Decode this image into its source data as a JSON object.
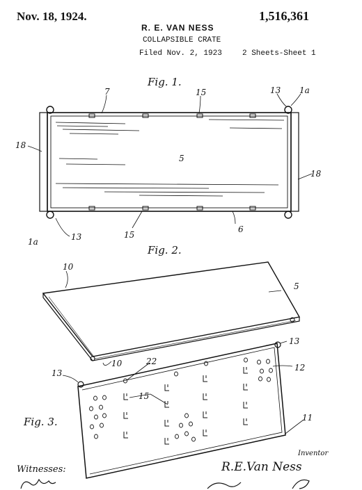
{
  "header": {
    "date": "Nov. 18, 1924.",
    "patent_number": "1,516,361",
    "inventor": "R. E. VAN NESS",
    "title": "COLLAPSIBLE CRATE",
    "filed": "Filed Nov. 2, 1923",
    "sheets": "2 Sheets-Sheet 1"
  },
  "figures": {
    "fig1": "Fig. 1.",
    "fig2": "Fig. 2.",
    "fig3": "Fig. 3."
  },
  "reference_numerals": {
    "n7": "7",
    "n15a": "15",
    "n13a": "13",
    "n1a_top": "1a",
    "n18_left": "18",
    "n5_fig1": "5",
    "n18_right": "18",
    "n1a_bottom": "1a",
    "n13_bottom": "13",
    "n15_bottom": "15",
    "n6": "6",
    "n10_top": "10",
    "n5_fig2": "5",
    "n10_bottom": "10",
    "n13_fig3_right": "13",
    "n22": "22",
    "n12": "12",
    "n13_fig3_left": "13",
    "n15_fig3": "15",
    "n11": "11"
  },
  "signatures": {
    "witnesses": "Witnesses:",
    "inventor_label": "Inventor",
    "inventor_sig": "R.E.Van Ness"
  }
}
